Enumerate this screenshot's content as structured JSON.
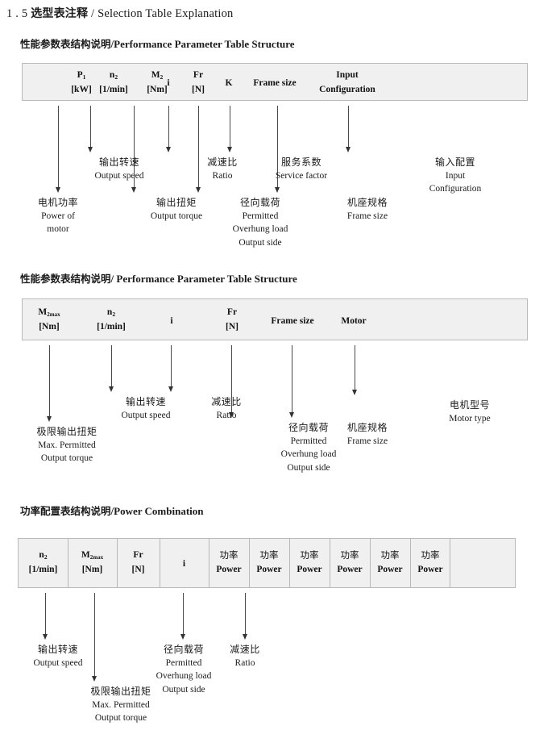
{
  "document": {
    "title_number": "1 . 5",
    "title_cn": "选型表注释",
    "title_sep": "/",
    "title_en": "Selection Table Explanation"
  },
  "sections": [
    {
      "id": "perf-1",
      "heading_cn": "性能参数表结构说明",
      "heading_sep": "/",
      "heading_en": "Performance Parameter Table Structure",
      "table": {
        "columns": [
          {
            "symbol": "P",
            "sub": "1",
            "unit": "[kW]"
          },
          {
            "symbol": "n",
            "sub": "2",
            "unit": "[1/min]"
          },
          {
            "symbol": "M",
            "sub": "2",
            "unit": "[Nm]"
          },
          {
            "symbol": "i",
            "sub": "",
            "unit": ""
          },
          {
            "symbol": "Fr",
            "sub": "",
            "unit": "[N]"
          },
          {
            "symbol": "K",
            "sub": "",
            "unit": ""
          },
          {
            "symbol": "Frame size",
            "sub": "",
            "unit": ""
          },
          {
            "symbol": "Input",
            "sub": "",
            "unit": "Configuration"
          }
        ]
      },
      "notes": [
        {
          "cn": "电机功率",
          "en": [
            "Power of",
            "motor"
          ]
        },
        {
          "cn": "输出转速",
          "en": [
            "Output speed"
          ]
        },
        {
          "cn": "输出扭矩",
          "en": [
            "Output torque"
          ]
        },
        {
          "cn": "减速比",
          "en": [
            "Ratio"
          ]
        },
        {
          "cn": "径向载荷",
          "en": [
            "Permitted",
            "Overhung load",
            "Output side"
          ]
        },
        {
          "cn": "服务系数",
          "en": [
            "Service factor"
          ]
        },
        {
          "cn": "机座规格",
          "en": [
            "Frame size"
          ]
        },
        {
          "cn": "输入配置",
          "en": [
            "Input",
            "Configuration"
          ]
        }
      ]
    },
    {
      "id": "perf-2",
      "heading_cn": "性能参数表结构说明",
      "heading_sep": "/",
      "heading_en": "Performance Parameter Table Structure",
      "table": {
        "columns": [
          {
            "symbol": "M",
            "sub": "2max",
            "unit": "[Nm]"
          },
          {
            "symbol": "n",
            "sub": "2",
            "unit": "[1/min]"
          },
          {
            "symbol": "i",
            "sub": "",
            "unit": ""
          },
          {
            "symbol": "Fr",
            "sub": "",
            "unit": "[N]"
          },
          {
            "symbol": "Frame size",
            "sub": "",
            "unit": ""
          },
          {
            "symbol": "Motor",
            "sub": "",
            "unit": ""
          }
        ]
      },
      "notes": [
        {
          "cn": "极限输出扭矩",
          "en": [
            "Max. Permitted",
            "Output  torque"
          ]
        },
        {
          "cn": "输出转速",
          "en": [
            "Output speed"
          ]
        },
        {
          "cn": "减速比",
          "en": [
            "Ratio"
          ]
        },
        {
          "cn": "径向载荷",
          "en": [
            "Permitted",
            "Overhung load",
            "Output side"
          ]
        },
        {
          "cn": "机座规格",
          "en": [
            "Frame size"
          ]
        },
        {
          "cn": "电机型号",
          "en": [
            "Motor type"
          ]
        }
      ]
    },
    {
      "id": "power",
      "heading_cn": "功率配置表结构说明",
      "heading_sep": "/",
      "heading_en": "Power Combination",
      "table": {
        "columns": [
          {
            "symbol": "n",
            "sub": "2",
            "unit": "[1/min]"
          },
          {
            "symbol": "M",
            "sub": "2max",
            "unit": "[Nm]"
          },
          {
            "symbol": "Fr",
            "sub": "",
            "unit": "[N]"
          },
          {
            "symbol": "i",
            "sub": "",
            "unit": ""
          },
          {
            "symbol": "功率",
            "sub": "",
            "unit": "Power"
          },
          {
            "symbol": "功率",
            "sub": "",
            "unit": "Power"
          },
          {
            "symbol": "功率",
            "sub": "",
            "unit": "Power"
          },
          {
            "symbol": "功率",
            "sub": "",
            "unit": "Power"
          },
          {
            "symbol": "功率",
            "sub": "",
            "unit": "Power"
          },
          {
            "symbol": "功率",
            "sub": "",
            "unit": "Power"
          }
        ]
      },
      "notes": [
        {
          "cn": "输出转速",
          "en": [
            "Output speed"
          ]
        },
        {
          "cn": "极限输出扭矩",
          "en": [
            "Max. Permitted",
            "Output  torque"
          ]
        },
        {
          "cn": "径向载荷",
          "en": [
            "Permitted",
            "Overhung load",
            "Output side"
          ]
        },
        {
          "cn": "减速比",
          "en": [
            "Ratio"
          ]
        }
      ]
    }
  ],
  "colors": {
    "table_fill": "#f0f0f0",
    "table_border": "#b9b9b9",
    "text": "#1b1b1b",
    "arrow": "#4a4a4a"
  }
}
